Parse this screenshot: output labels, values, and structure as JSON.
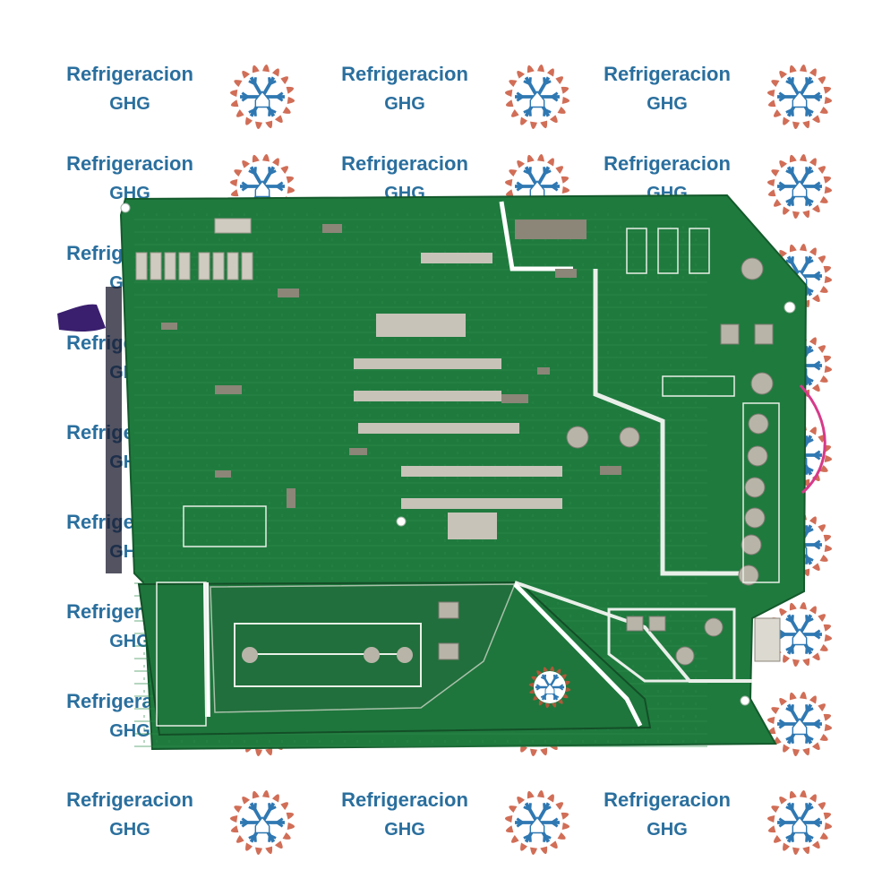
{
  "watermark": {
    "line1": "Refrigeracion",
    "line2": "GHG",
    "logo_icon": "snowflake-sun-logo-icon",
    "text_color": "#2a6f9e",
    "flame_color": "#c9553a",
    "snow_color": "#2f78b2"
  },
  "board": {
    "subject": "air conditioner control circuit board (solder side)",
    "pcb_color": "#1f7a3e",
    "trace_color": "#2b8a49",
    "pad_color": "#b8b4a8",
    "silkscreen_color": "#e8efe6",
    "wire_color": "#d63a8a"
  },
  "center_seal": {
    "icon": "snowflake-sun-seal-icon"
  }
}
